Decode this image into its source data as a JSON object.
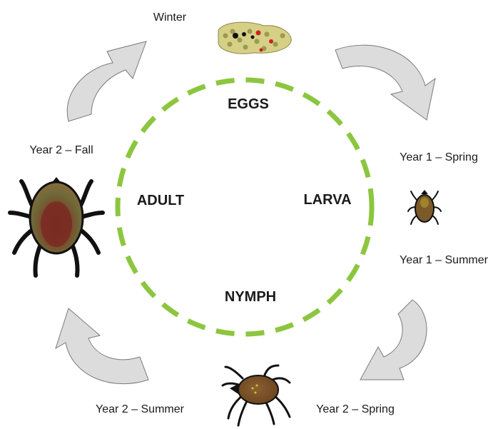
{
  "stages": {
    "eggs": "EGGS",
    "larva": "LARVA",
    "nymph": "NYMPH",
    "adult": "ADULT"
  },
  "seasons": {
    "winter": "Winter",
    "year1_spring": "Year 1 – Spring",
    "year1_summer": "Year 1 – Summer",
    "year2_spring": "Year 2 – Spring",
    "year2_summer": "Year 2 – Summer",
    "year2_fall": "Year 2 – Fall"
  },
  "colors": {
    "ring": "#8cc63f",
    "arrow_fill": "#dcdcdc",
    "arrow_stroke": "#7a7a7a",
    "tick_body": "#7a5a2a",
    "tick_legs": "#111111"
  },
  "icons": [
    "egg-cluster-icon",
    "larva-tick-icon",
    "nymph-tick-icon",
    "adult-tick-icon"
  ]
}
